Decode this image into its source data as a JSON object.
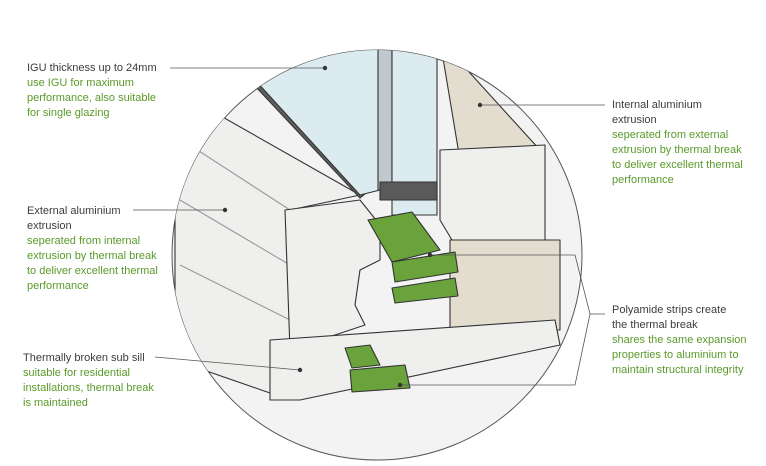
{
  "callouts": {
    "igu": {
      "heading": "IGU thickness up to 24mm",
      "desc_lines": [
        "use IGU for maximum",
        "performance, also suitable",
        "for single glazing"
      ]
    },
    "external": {
      "heading_lines": [
        "External aluminium",
        "extrusion"
      ],
      "desc_lines": [
        "seperated from internal",
        "extrusion by thermal break",
        "to deliver excellent thermal",
        "performance"
      ]
    },
    "sub_sill": {
      "heading": "Thermally broken sub sill",
      "desc_lines": [
        "suitable for residential",
        "installations, thermal break",
        "is maintained"
      ]
    },
    "internal": {
      "heading_lines": [
        "Internal aluminium",
        "extrusion"
      ],
      "desc_lines": [
        "seperated from external",
        "extrusion by thermal break",
        "to deliver excellent thermal",
        "performance"
      ]
    },
    "polyamide": {
      "heading_lines": [
        "Polyamide strips create",
        "the thermal break"
      ],
      "desc_lines": [
        "shares the same expansion",
        "properties to aluminium to",
        "maintain structural integrity"
      ]
    }
  },
  "colors": {
    "label_text": "#3c3c3c",
    "description_text": "#5a9a2a",
    "polyamide_green": "#6aa33c",
    "aluminium_light": "#efefee",
    "aluminium_warm": "#e3ddd0",
    "glass": "#dcebf0",
    "gasket": "#5a5a5a",
    "outline": "#333333",
    "circle_bg": "#f3f3f3"
  },
  "icons": [
    "leader-dot"
  ]
}
